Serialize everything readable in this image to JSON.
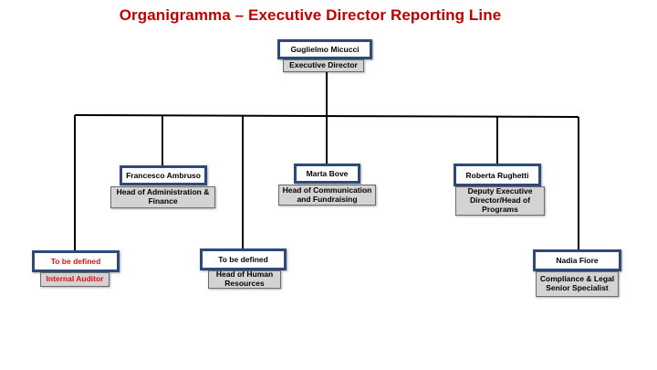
{
  "title": "Organigramma – Executive Director Reporting Line",
  "nodes": {
    "executive_director": {
      "name": "Guglielmo Micucci",
      "role": "Executive Director"
    },
    "admin_finance": {
      "name": "Francesco Ambruso",
      "role": "Head of Administration & Finance"
    },
    "communication": {
      "name": "Marta Bove",
      "role": "Head of Communication and Fundraising"
    },
    "deputy": {
      "name": "Roberta Rughetti",
      "role": "Deputy Executive Director/Head of Programs"
    },
    "internal_auditor": {
      "name": "To be defined",
      "role": "Internal Auditor"
    },
    "human_resources": {
      "name": "To be defined",
      "role": "Head of Human Resources"
    },
    "compliance": {
      "name": "Nadia Fiore",
      "role": "Compliance & Legal Senior Specialist"
    }
  },
  "colors": {
    "title": "#c00000",
    "name_box_border": "#2e4a7a",
    "role_box_fill": "#d3d3d3",
    "undefined_text": "#e01010"
  }
}
